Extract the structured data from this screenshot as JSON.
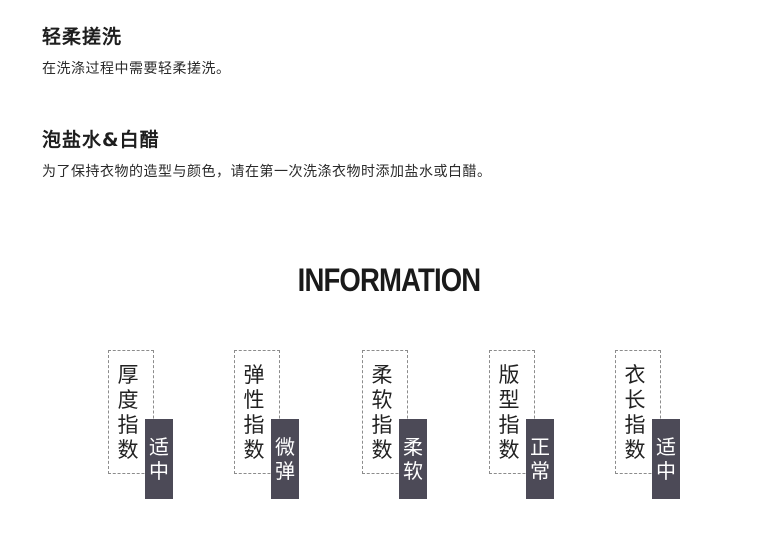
{
  "care": {
    "gentle_wash": {
      "title": "轻柔搓洗",
      "description": "在洗涤过程中需要轻柔搓洗。"
    },
    "salt_vinegar": {
      "title": "泡盐水&白醋",
      "description": "为了保持衣物的造型与颜色，请在第一次洗涤衣物时添加盐水或白醋。"
    }
  },
  "information": {
    "heading": "INFORMATION",
    "indices": [
      {
        "label": "厚度指数",
        "value": "适中"
      },
      {
        "label": "弹性指数",
        "value": "微弹"
      },
      {
        "label": "柔软指数",
        "value": "柔软"
      },
      {
        "label": "版型指数",
        "value": "正常"
      },
      {
        "label": "衣长指数",
        "value": "适中"
      }
    ]
  },
  "colors": {
    "value_tag_background": "#4c4a57",
    "value_tag_text": "#ffffff",
    "card_border": "#8c8c8c"
  }
}
